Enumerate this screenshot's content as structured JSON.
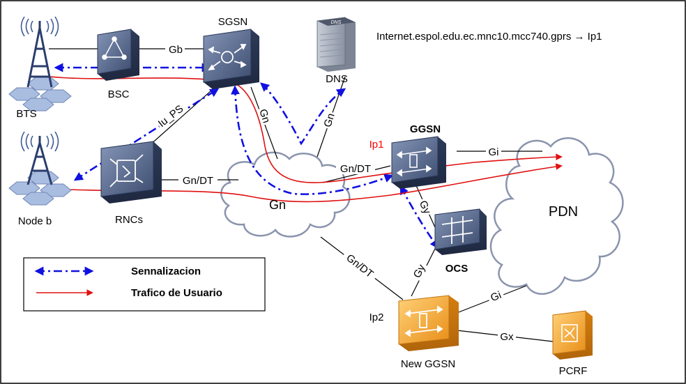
{
  "nodes": {
    "bts": "BTS",
    "bsc": "BSC",
    "sgsn": "SGSN",
    "dns": "DNS",
    "dns_box_text": "DNS",
    "node_b": "Node b",
    "rncs": "RNCs",
    "ggsn": "GGSN",
    "ocs": "OCS",
    "pdn": "PDN",
    "gn_cloud": "Gn",
    "new_ggsn": "New GGSN",
    "pcrf": "PCRF"
  },
  "dns_entry": "Internet.espol.edu.ec.mnc10.mcc740.gprs → Ip1",
  "ip_labels": {
    "ip1": "Ip1",
    "ip2": "Ip2"
  },
  "interfaces": {
    "gb": "Gb",
    "iu_ps": "Iu_PS",
    "gn_sgsn": "Gn",
    "gn_dns": "Gn",
    "gn_dt_rnc": "Gn/DT",
    "gn_dt_ggsn": "Gn/DT",
    "gi_ggsn": "Gi",
    "gy_ggsn": "Gy",
    "gy_newggsn": "Gy",
    "gn_dt_newggsn": "Gn/DT",
    "gi_newggsn": "Gi",
    "gx": "Gx"
  },
  "legend": {
    "signaling": "Sennalizacion",
    "user_traffic": "Trafico de Usuario"
  },
  "colors": {
    "signaling": "#1010e0",
    "user_traffic": "#e01010",
    "ip1_label": "#ff0000",
    "equipment_blue": "#5b6f92",
    "equipment_orange": "#f2a532",
    "hex_blue": "#9ab0d8"
  },
  "icons": [
    "tower-icon",
    "bsc-icon",
    "router-icon",
    "server-icon",
    "rnc-icon",
    "switch-icon",
    "cloud-icon"
  ]
}
